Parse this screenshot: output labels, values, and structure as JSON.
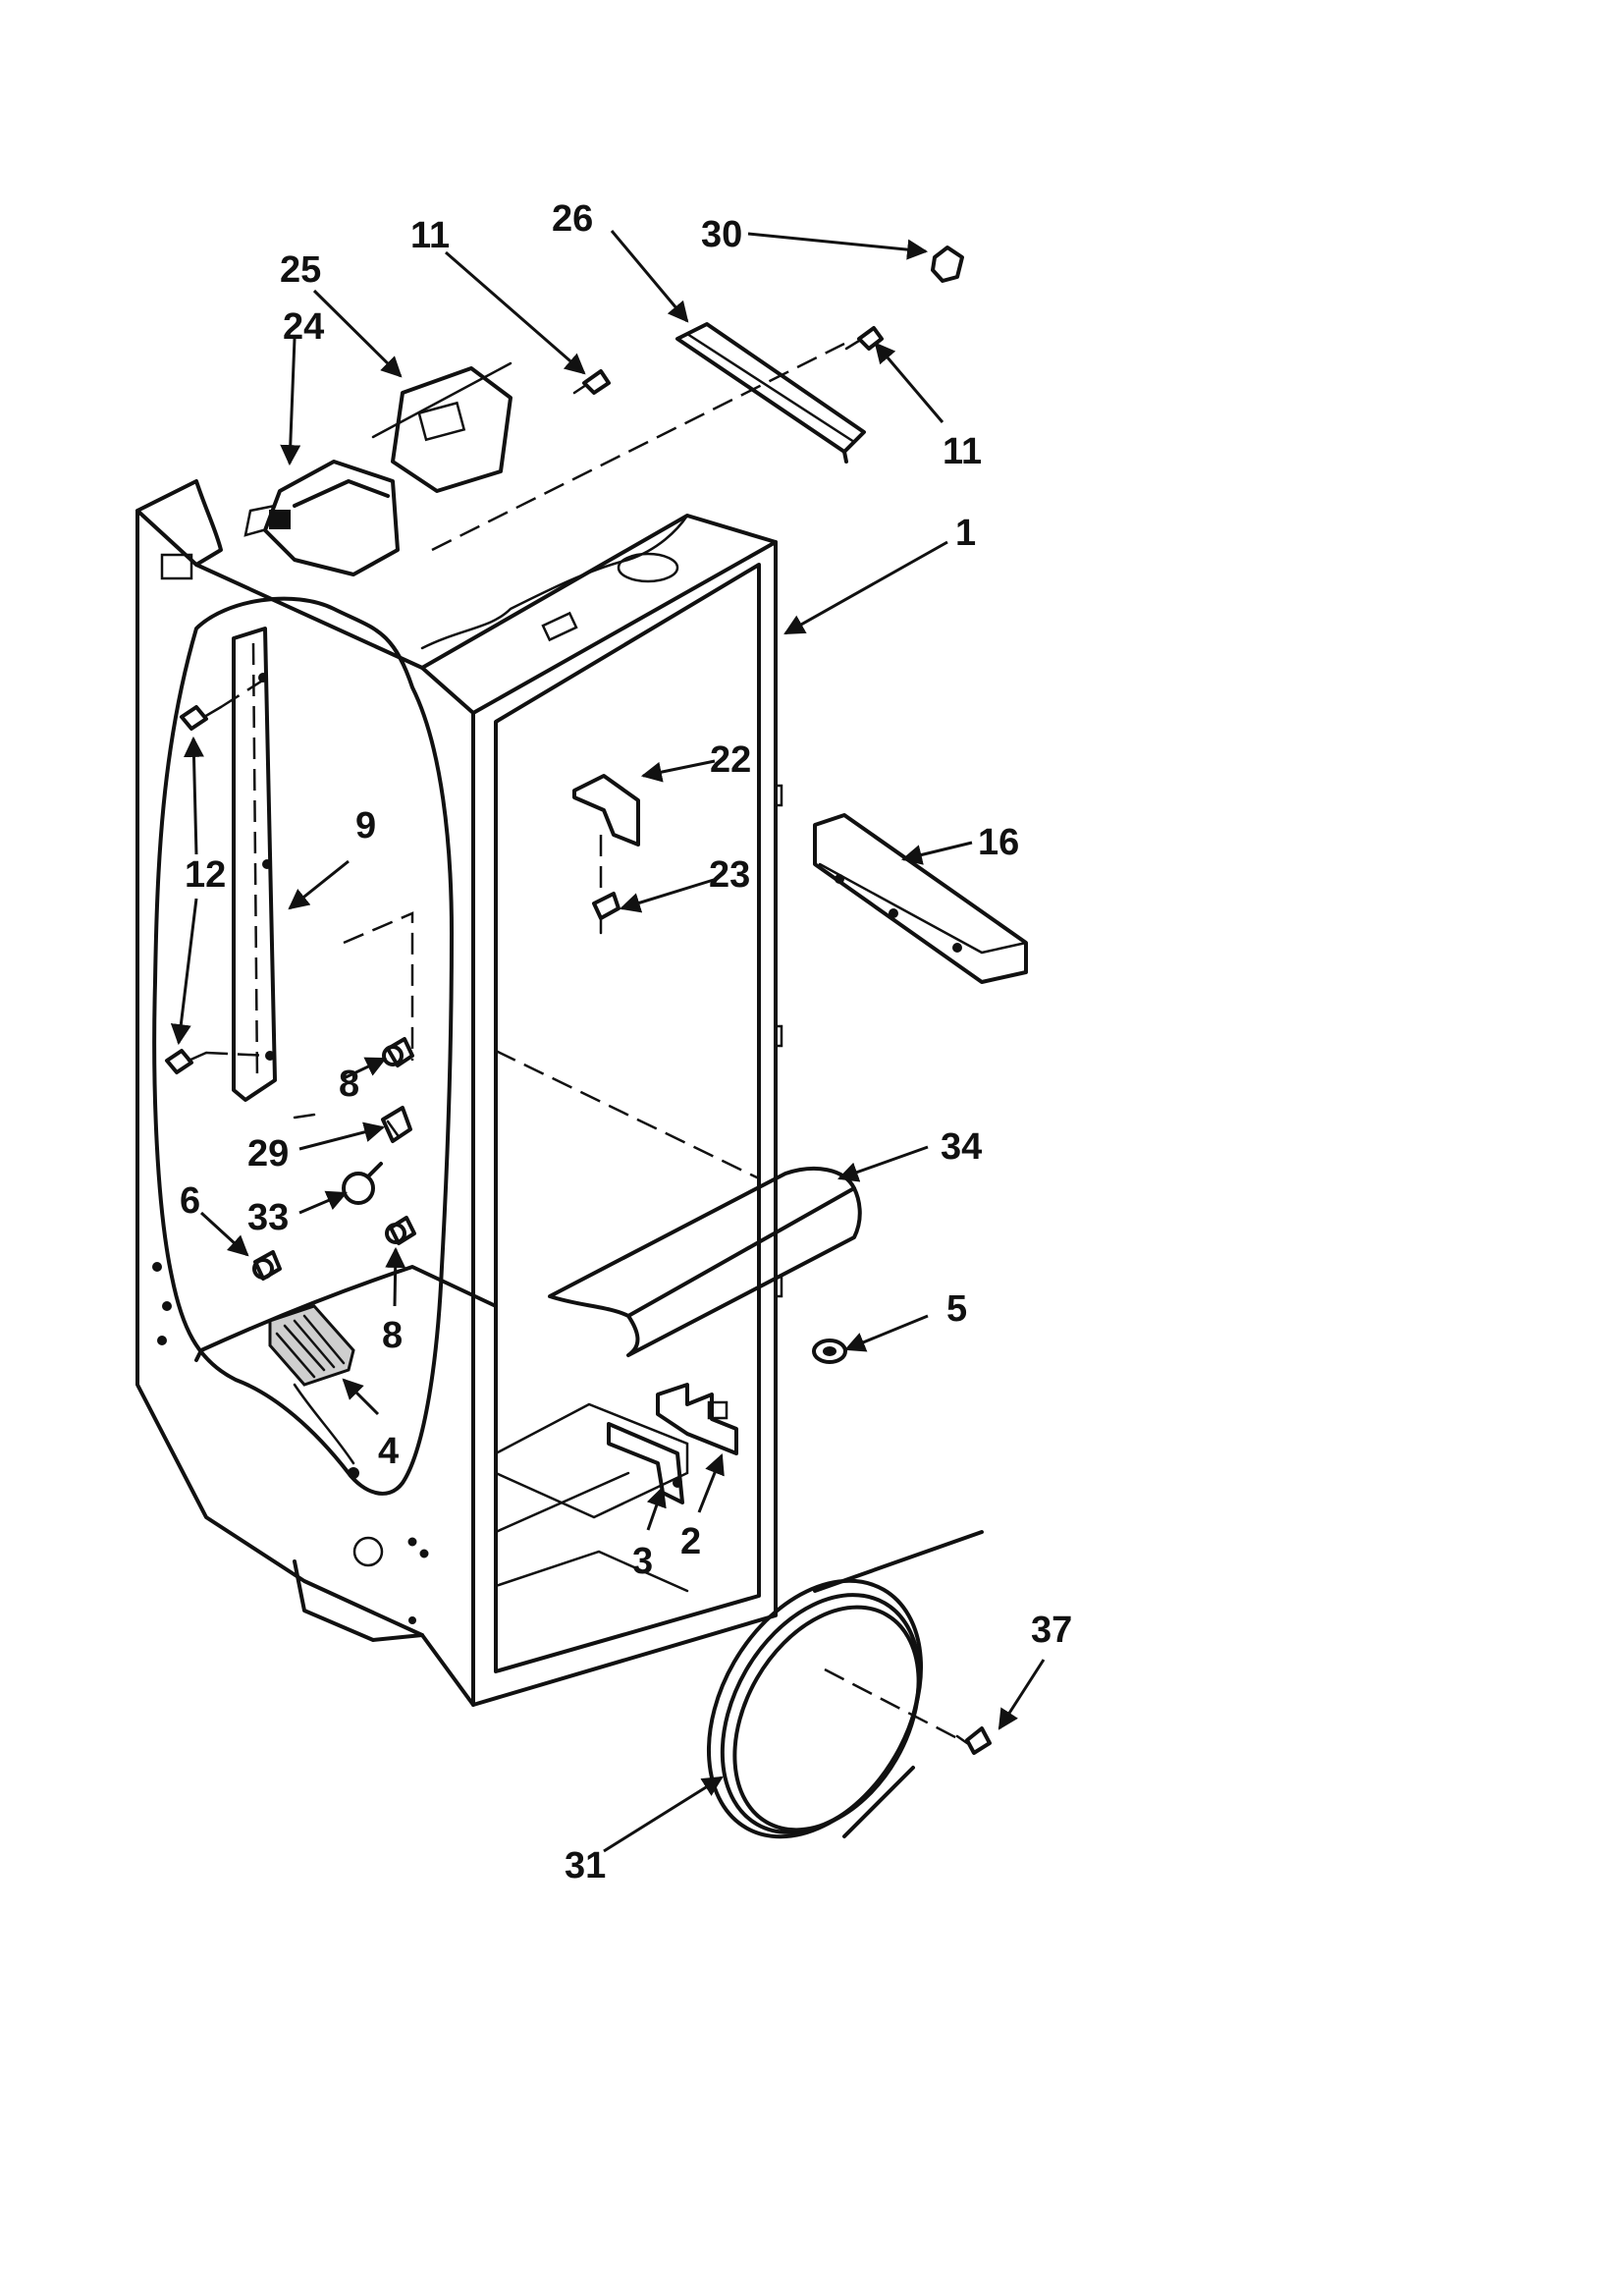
{
  "callouts": [
    {
      "id": "c30",
      "text": "30"
    },
    {
      "id": "c26",
      "text": "26"
    },
    {
      "id": "c11a",
      "text": "11"
    },
    {
      "id": "c25",
      "text": "25"
    },
    {
      "id": "c24",
      "text": "24"
    },
    {
      "id": "c11b",
      "text": "11"
    },
    {
      "id": "c1",
      "text": "1"
    },
    {
      "id": "c22",
      "text": "22"
    },
    {
      "id": "c16",
      "text": "16"
    },
    {
      "id": "c23",
      "text": "23"
    },
    {
      "id": "c9",
      "text": "9"
    },
    {
      "id": "c12",
      "text": "12"
    },
    {
      "id": "c8a",
      "text": "8"
    },
    {
      "id": "c29",
      "text": "29"
    },
    {
      "id": "c33",
      "text": "33"
    },
    {
      "id": "c6",
      "text": "6"
    },
    {
      "id": "c34",
      "text": "34"
    },
    {
      "id": "c8b",
      "text": "8"
    },
    {
      "id": "c5",
      "text": "5"
    },
    {
      "id": "c4",
      "text": "4"
    },
    {
      "id": "c2",
      "text": "2"
    },
    {
      "id": "c3",
      "text": "3"
    },
    {
      "id": "c37",
      "text": "37"
    },
    {
      "id": "c31",
      "text": "31"
    }
  ]
}
